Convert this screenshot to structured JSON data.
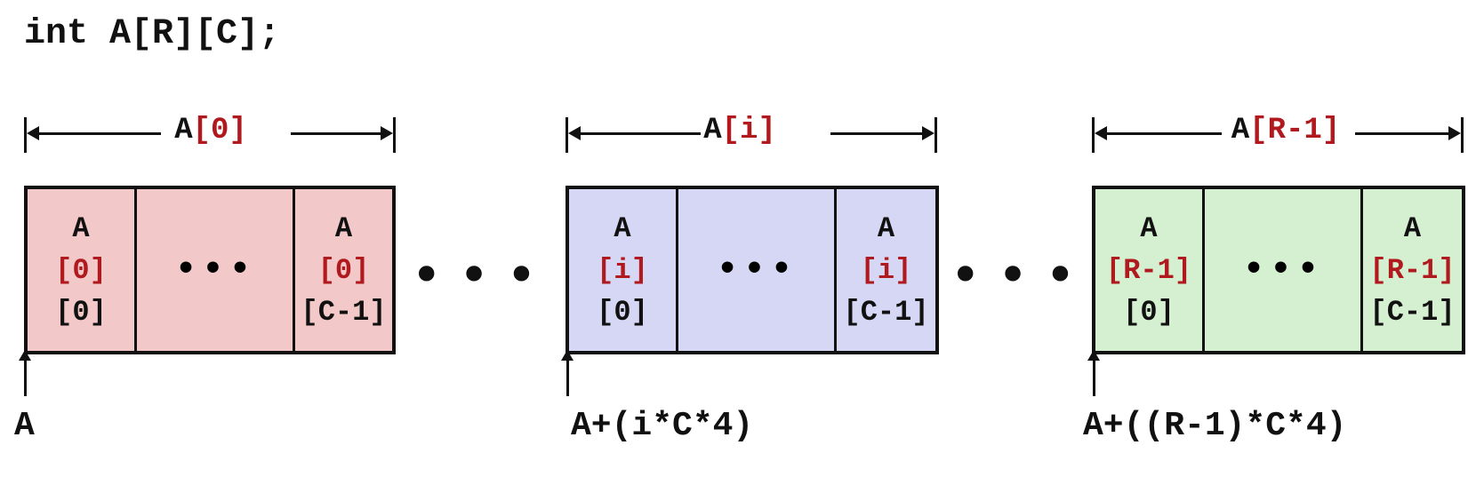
{
  "declaration": "int A[R][C];",
  "colors": {
    "row0_fill": "#f2c8c8",
    "rowi_fill": "#d6d7f5",
    "rowlast_fill": "#d4f0d0",
    "index_red": "#b0191e",
    "ink": "#111111"
  },
  "separator": "•••",
  "rows": [
    {
      "span_name": "A",
      "span_index": "[0]",
      "first": {
        "name": "A",
        "row_index": "[0]",
        "col_index": "[0]"
      },
      "middle": "•••",
      "last": {
        "name": "A",
        "row_index": "[0]",
        "col_index": "[C-1]"
      },
      "address": "A"
    },
    {
      "span_name": "A",
      "span_index": "[i]",
      "first": {
        "name": "A",
        "row_index": "[i]",
        "col_index": "[0]"
      },
      "middle": "•••",
      "last": {
        "name": "A",
        "row_index": "[i]",
        "col_index": "[C-1]"
      },
      "address": "A+(i*C*4)"
    },
    {
      "span_name": "A",
      "span_index": "[R-1]",
      "first": {
        "name": "A",
        "row_index": "[R-1]",
        "col_index": "[0]"
      },
      "middle": "•••",
      "last": {
        "name": "A",
        "row_index": "[R-1]",
        "col_index": "[C-1]"
      },
      "address": "A+((R-1)*C*4)"
    }
  ]
}
